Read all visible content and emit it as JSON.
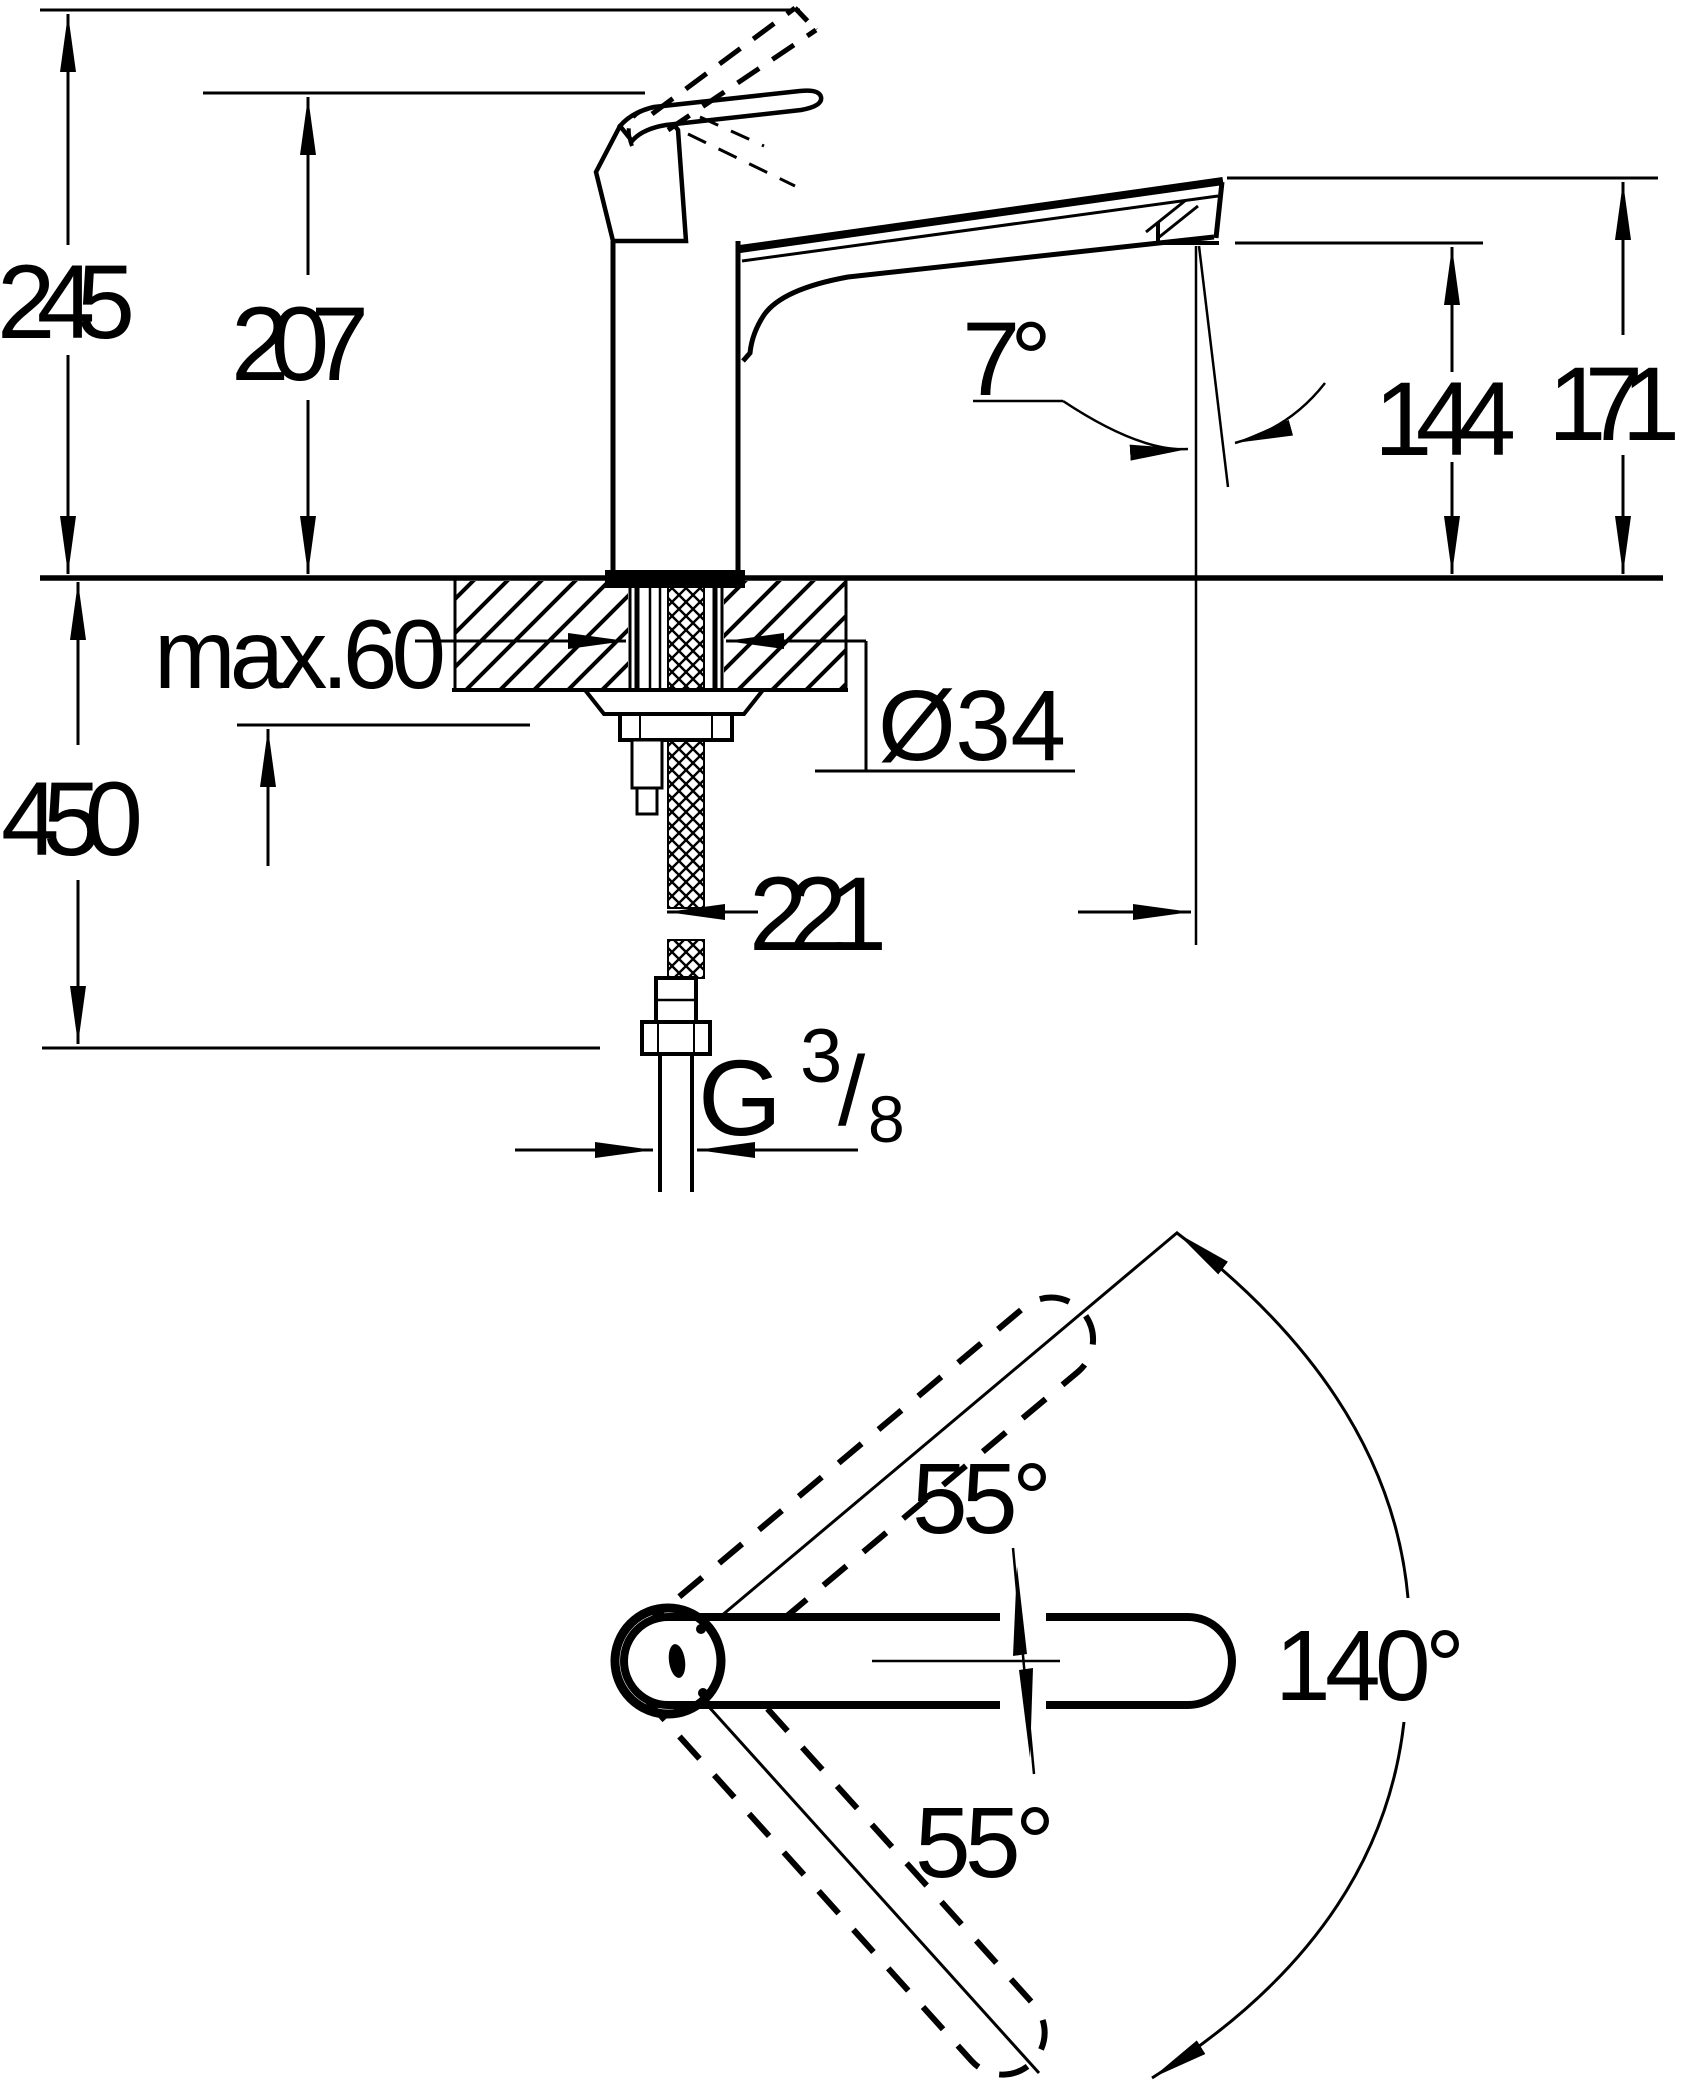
{
  "drawing": {
    "type": "faucet installation dimension drawing",
    "units": "mm",
    "side_view": {
      "overall_height": "245",
      "body_height": "207",
      "spout_angle": "7°",
      "outlet_height": "144",
      "spout_height": "171",
      "max_counter_thickness": "max.60",
      "hole_diameter": "Ø34",
      "hose_drop": "450",
      "spout_reach": "221",
      "thread_g": "G",
      "thread_num": "3",
      "thread_slash": "/",
      "thread_den": "8"
    },
    "top_view": {
      "swivel_upper": "55°",
      "swivel_lower": "55°",
      "swivel_total": "140°"
    },
    "colors": {
      "ink": "#000000",
      "paper": "#ffffff"
    }
  }
}
